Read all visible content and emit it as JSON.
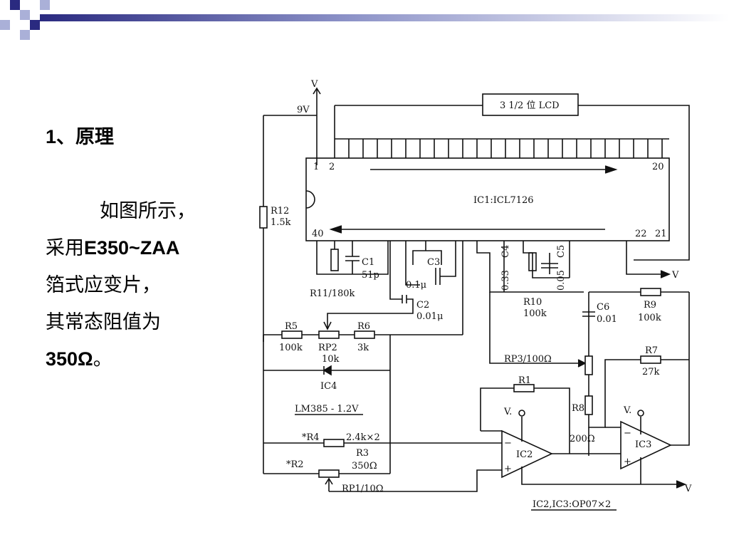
{
  "theme": {
    "accent_dark": "#2a2a80",
    "accent_light": "#aab0d8",
    "line": "#111111"
  },
  "text": {
    "heading": "1、原理",
    "line1": "如图所示，",
    "line2_prefix": "采用",
    "line2_bold": "E350~ZAA",
    "line3": "箔式应变片，",
    "line4": "其常态阻值为",
    "line5_bold": "350Ω",
    "line5_suffix": "。"
  },
  "schematic": {
    "supply_top": "V",
    "supply_9v": "9V",
    "lcd": "3 1/2 位 LCD",
    "ic1": "IC1:ICL7126",
    "pin1": "1",
    "pin2": "2",
    "pin20": "20",
    "pin40": "40",
    "pin22": "22",
    "pin21": "21",
    "r12": "R12",
    "r12_val": "1.5k",
    "c1": "C1",
    "c1_val": "51p",
    "r11": "R11/180k",
    "c3": "C3",
    "c3_val": "0.1μ",
    "c4": "C4",
    "c4_val": "0.33",
    "c5": "C5",
    "c5_val": "0.05",
    "out_v": "V",
    "c2": "C2",
    "c2_val": "0.01μ",
    "r10": "R10",
    "r10_val": "100k",
    "c6": "C6",
    "c6_val": "0.01",
    "r9": "R9",
    "r9_val": "100k",
    "r5": "R5",
    "r5_val": "100k",
    "rp2": "RP2",
    "rp2_val": "10k",
    "r6": "R6",
    "r6_val": "3k",
    "rp3": "RP3/100Ω",
    "r7": "R7",
    "r7_val": "27k",
    "ic4": "IC4",
    "r1": "R1",
    "lm385": "LM385 - 1.2V",
    "vdot1": "V.",
    "vdot2": "V.",
    "r8": "R8",
    "r8_val": "200Ω",
    "r4": "*R4",
    "r4_val": "2.4k×2",
    "ic2": "IC2",
    "ic3": "IC3",
    "r3": "R3",
    "r3_val": "350Ω",
    "r2": "*R2",
    "rp1": "RP1/10Ω",
    "bottom_v": "V",
    "op_caption": "IC2,IC3:OP07×2",
    "minus": "−",
    "plus": "+"
  }
}
